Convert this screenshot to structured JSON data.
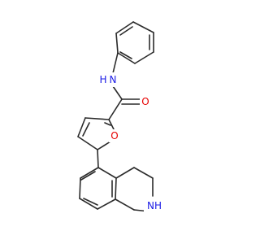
{
  "molecule": {
    "atoms": {
      "amide_nh": {
        "text": "N",
        "sub": "H",
        "color": "#1a1ae6"
      },
      "carbonyl_o": {
        "text": "O",
        "color": "#e60000"
      },
      "furan_o": {
        "text": "O",
        "color": "#e60000"
      },
      "ring_nh": {
        "text": "NH",
        "color": "#1a1ae6"
      }
    }
  }
}
